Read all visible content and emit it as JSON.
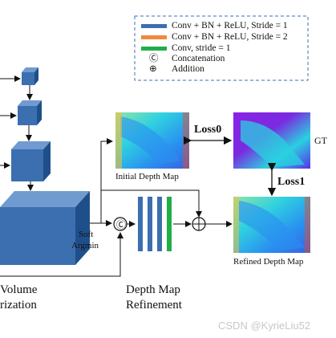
{
  "legend": {
    "items": [
      {
        "label": "Conv + BN + ReLU, Stride = 1",
        "color": "#3b6fb0"
      },
      {
        "label": "Conv + BN + ReLU, Stride = 2",
        "color": "#f08a3c"
      },
      {
        "label": "Conv, stride = 1",
        "color": "#1fae4a"
      },
      {
        "label": "Concatenation",
        "symbol": "Ⓒ"
      },
      {
        "label": "Addition",
        "symbol": "⊕"
      }
    ]
  },
  "labels": {
    "initial_depth_map": "Initial Depth Map",
    "refined_depth_map": "Refined Depth Map",
    "gt": "GT",
    "loss0": "Loss0",
    "loss1": "Loss1",
    "soft_argmin_line1": "Soft",
    "soft_argmin_line2": "Argmin",
    "volume_line1": "Volume",
    "volume_line2": "rization",
    "refinement_line1": "Depth Map",
    "refinement_line2": "Refinement",
    "concat_symbol": "Ⓒ",
    "add_symbol": "⊕"
  },
  "colors": {
    "cube_front": "#3b6fb0",
    "cube_top": "#6f9bd0",
    "cube_side": "#1f4f8a",
    "conv_green": "#1fae4a",
    "gt_purple": "#8a22e6"
  },
  "watermark": "CSDN @KyrieLiu52"
}
